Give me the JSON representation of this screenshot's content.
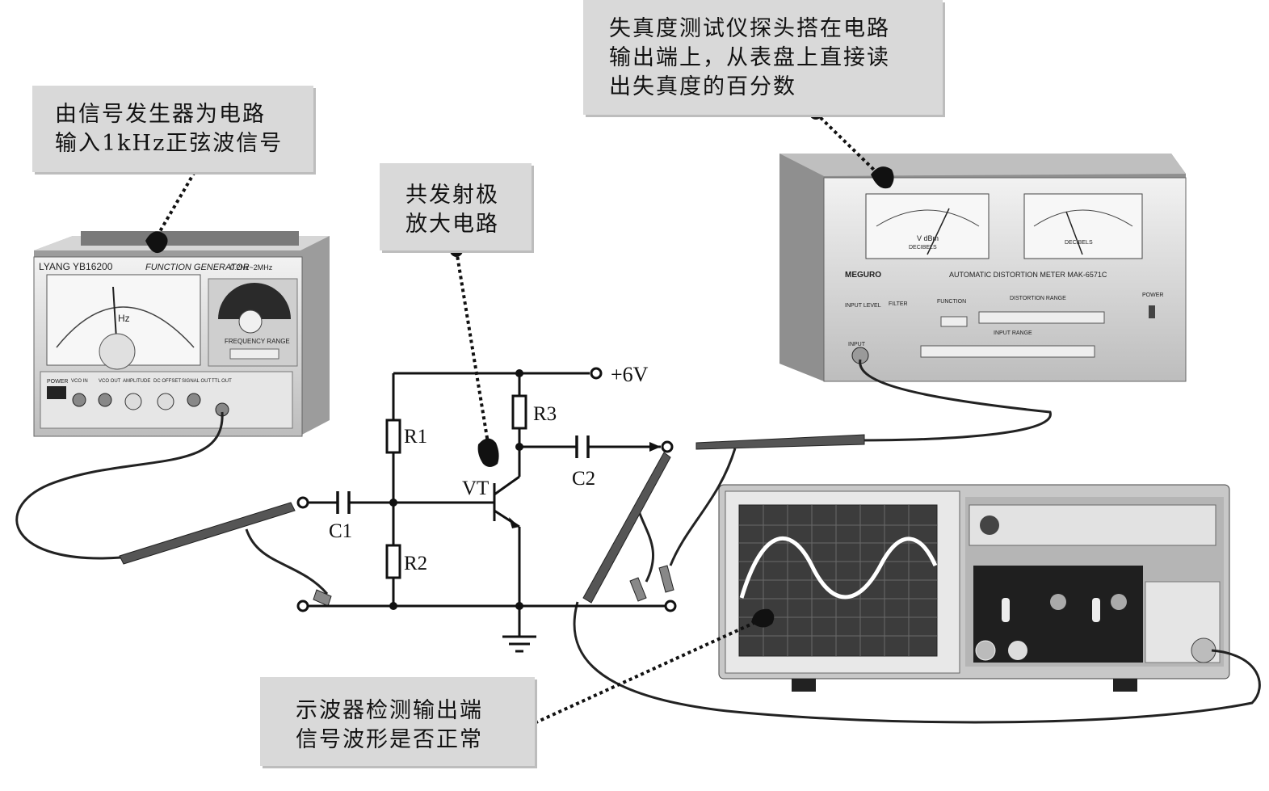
{
  "callouts": {
    "generator": {
      "line1": "由信号发生器为电路",
      "line2": "输入1kHz正弦波信号"
    },
    "amplifier": {
      "line1": "共发射极",
      "line2": "放大电路"
    },
    "distortion": {
      "line1": "失真度测试仪探头搭在电路",
      "line2": "输出端上，从表盘上直接读",
      "line3": "出失真度的百分数"
    },
    "scope": {
      "line1": "示波器检测输出端",
      "line2": "信号波形是否正常"
    }
  },
  "circuit": {
    "supply": "+6V",
    "r1": "R1",
    "r2": "R2",
    "r3": "R3",
    "c1": "C1",
    "c2": "C2",
    "vt": "VT"
  },
  "generator": {
    "brand": "LYANG YB16200",
    "title": "FUNCTION GENERATOR",
    "range": "0.2Hz~2MHz",
    "dial_unit": "Hz",
    "freq_label": "FREQUENCY RANGE",
    "power": "POWER",
    "knob_labels": [
      "VCO IN",
      "VCO OUT",
      "AMPLITUDE",
      "DC OFFSET",
      "SIGNAL OUT",
      "TTL OUT"
    ]
  },
  "distortion_meter": {
    "brand": "MEGURO",
    "title": "AUTOMATIC DISTORTION METER  MAK-6571C",
    "input_level": "INPUT LEVEL",
    "filter": "FILTER",
    "function": "FUNCTION",
    "dist_range": "DISTORTION RANGE",
    "input_range": "INPUT RANGE",
    "input": "INPUT",
    "power": "POWER",
    "meter_left": "V dBm",
    "meter_units": "DECIBELS"
  },
  "colors": {
    "callout_bg": "#d9d9d9",
    "wire": "#111111"
  }
}
